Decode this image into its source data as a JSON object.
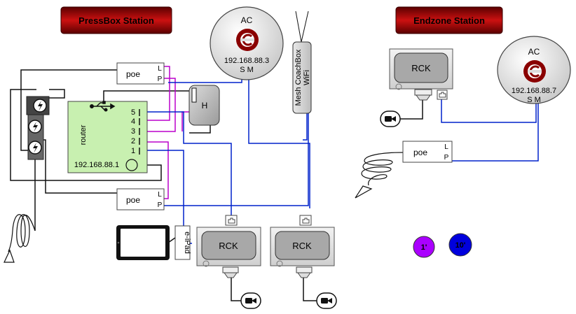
{
  "stations": {
    "pressbox": "PressBox Station",
    "endzone": "Endzone Station"
  },
  "ac": {
    "title": "AC",
    "pressbox_ip": "192.168.88.3",
    "endzone_ip": "192.168.88.7",
    "ports": "S M"
  },
  "router": {
    "label": "router",
    "ip": "192.168.88.1",
    "ports": [
      "5",
      "4",
      "3",
      "2",
      "1"
    ]
  },
  "poe": {
    "label": "poe",
    "port_l": "L",
    "port_p": "P"
  },
  "hub": {
    "label": "H"
  },
  "rck": {
    "label": "RCK"
  },
  "mesh": {
    "line1": "Mesh CoachBox",
    "line2": "WiFi"
  },
  "ipad": {
    "label": "e-iPad"
  },
  "badges": {
    "purple": "1'",
    "blue": "10'"
  },
  "colors": {
    "banner_dark": "#6b0000",
    "banner_light": "#cc1111",
    "router_green": "#c8f0b0",
    "purple_wire": "#bb00cc",
    "blue_wire": "#0022cc",
    "badge_purple": "#aa00ff",
    "badge_blue": "#0000dd"
  },
  "icons": [
    "power-icon",
    "usb-icon",
    "ethernet-port-icon",
    "camera-icon",
    "antenna-icon",
    "ipad-icon",
    "logo-icon"
  ]
}
